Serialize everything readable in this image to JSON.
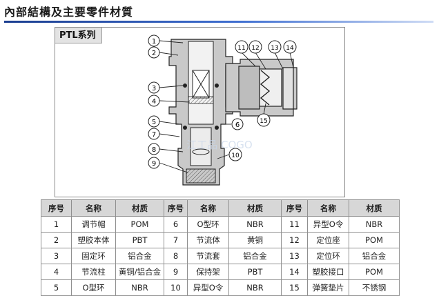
{
  "header": {
    "title": "內部結構及主要零件材質"
  },
  "figure": {
    "label": "PTL系列",
    "watermark": "江工品 COGO",
    "callouts": [
      "1",
      "2",
      "3",
      "4",
      "5",
      "6",
      "7",
      "8",
      "9",
      "10",
      "11",
      "12",
      "13",
      "14",
      "15"
    ]
  },
  "table": {
    "headers": [
      "序号",
      "名称",
      "材质",
      "序号",
      "名称",
      "材质",
      "序号",
      "名称",
      "材质"
    ],
    "rows": [
      [
        "1",
        "调节帽",
        "POM",
        "6",
        "O型环",
        "NBR",
        "11",
        "异型O令",
        "NBR"
      ],
      [
        "2",
        "塑胶本体",
        "PBT",
        "7",
        "节流体",
        "黄铜",
        "12",
        "定位座",
        "POM"
      ],
      [
        "3",
        "固定环",
        "铝合金",
        "8",
        "节流套",
        "铝合金",
        "13",
        "定位环",
        "铝合金"
      ],
      [
        "4",
        "节流柱",
        "黄铜/铝合金",
        "9",
        "保持架",
        "PBT",
        "14",
        "塑胶接口",
        "POM"
      ],
      [
        "5",
        "O型环",
        "NBR",
        "10",
        "异型O令",
        "NBR",
        "15",
        "弹簧垫片",
        "不锈钢"
      ]
    ]
  }
}
